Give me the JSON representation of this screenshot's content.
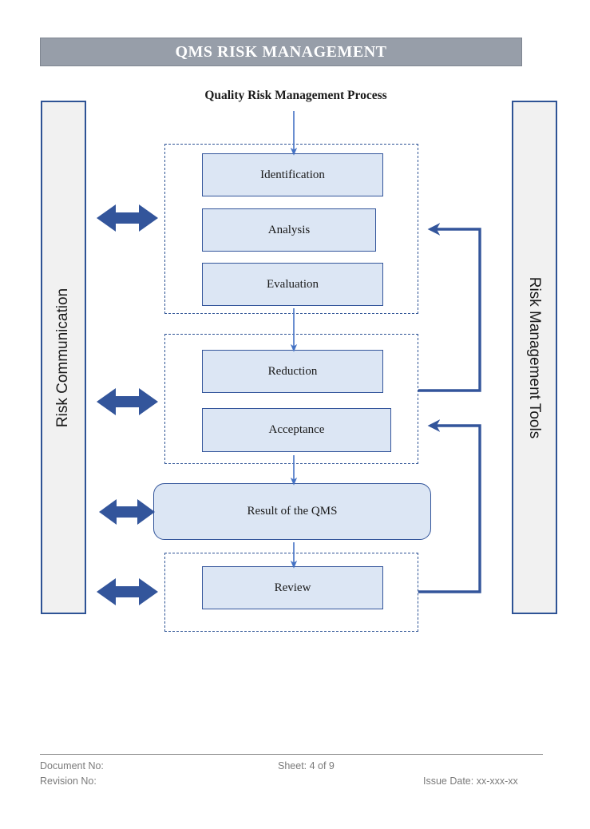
{
  "document": {
    "header_title": "QMS RISK MANAGEMENT",
    "diagram_title": "Quality Risk Management Process"
  },
  "colors": {
    "header_bar": "#979EA9",
    "header_bar_border": "#7F8691",
    "header_text": "#FFFFFF",
    "panel_fill": "#F1F1F1",
    "panel_border": "#2E5395",
    "box_fill": "#DCE6F4",
    "box_border": "#33559B",
    "arrow_thick": "#33559B",
    "arrow_thin": "#4472C4",
    "dashed_group": "#2E5395",
    "footer_text": "#7A7A7A"
  },
  "panels": {
    "left": {
      "label": "Risk Communication",
      "rotation": "-90"
    },
    "right": {
      "label": "Risk Management Tools",
      "rotation": "90"
    }
  },
  "groups": [
    {
      "name": "risk-assessment-group",
      "boxes": [
        "Identification",
        "Analysis",
        "Evaluation"
      ]
    },
    {
      "name": "risk-control-group",
      "boxes": [
        "Reduction",
        "Acceptance"
      ]
    },
    {
      "name": "risk-review-group",
      "boxes": [
        "Review"
      ]
    }
  ],
  "boxes": {
    "identification": "Identification",
    "analysis": "Analysis",
    "evaluation": "Evaluation",
    "reduction": "Reduction",
    "acceptance": "Acceptance",
    "result": "Result of the QMS",
    "review": "Review"
  },
  "connectors": {
    "communication_arrows": 4,
    "flow_arrows": 4,
    "feedback_loops": 2,
    "feedback_from": [
      "Reduction level",
      "Review level"
    ],
    "feedback_to": [
      "Analysis level",
      "Acceptance level"
    ]
  },
  "footer": {
    "document_no": "Document No:",
    "revision_no": "Revision No:",
    "sheet": "Sheet: 4 of 9",
    "issue_date": "Issue Date: xx-xxx-xx"
  }
}
